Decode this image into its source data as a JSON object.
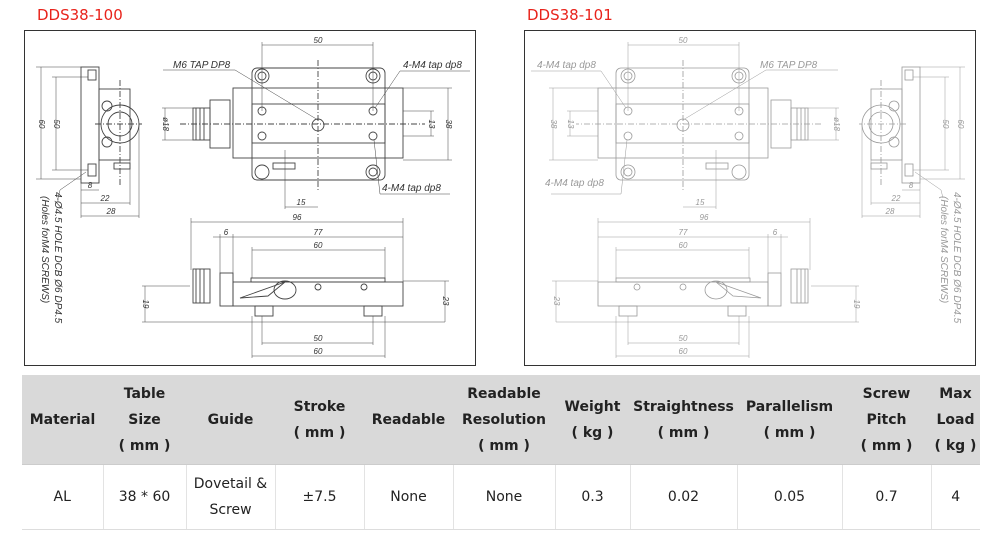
{
  "models": [
    {
      "title": "DDS38-100",
      "labels": {
        "m6": "M6 TAP DP8",
        "m4_top": "4-M4 tap dp8",
        "m4_bottom": "4-M4 tap dp8",
        "note1": "4-Ø4.5 HOLE DCB Ø6 DP4.5",
        "note2": "(Holes forM4 SCREWS)",
        "d60": "60",
        "d50": "50",
        "d8": "8",
        "d22": "22",
        "d28": "28",
        "top50": "50",
        "top15": "15",
        "top38": "38",
        "top13": "13",
        "phi18": "ø18",
        "f96": "96",
        "f6": "6",
        "f77": "77",
        "f60": "60",
        "f19": "19",
        "f23": "23",
        "f50b": "50",
        "f60b": "60"
      }
    },
    {
      "title": "DDS38-101",
      "labels": {
        "m6": "M6 TAP DP8",
        "m4_top": "4-M4 tap dp8",
        "m4_bottom": "4-M4 tap dp8",
        "note1": "4-Ø4.5 HOLE DCB Ø6 DP4.5",
        "note2": "(Holes forM4 SCREWS)",
        "d60": "60",
        "d50": "50",
        "d8": "8",
        "d22": "22",
        "d28": "28",
        "top50": "50",
        "top15": "15",
        "top38": "38",
        "top13": "13",
        "phi18": "ø18",
        "f96": "96",
        "f6": "6",
        "f77": "77",
        "f60": "60",
        "f19": "19",
        "f23": "23",
        "f50b": "50",
        "f60b": "60"
      }
    }
  ],
  "specs": {
    "headers": [
      [
        "Material"
      ],
      [
        "Table",
        "Size",
        "( mm )"
      ],
      [
        "Guide"
      ],
      [
        "Stroke",
        "( mm )"
      ],
      [
        "Readable"
      ],
      [
        "Readable",
        "Resolution",
        "( mm )"
      ],
      [
        "Weight",
        "( kg )"
      ],
      [
        "Straightness",
        "( mm )"
      ],
      [
        "Parallelism",
        "( mm )"
      ],
      [
        "Screw",
        "Pitch",
        "( mm )"
      ],
      [
        "Max",
        "Load",
        "( kg )"
      ]
    ],
    "row": [
      [
        "AL"
      ],
      [
        "38 * 60"
      ],
      [
        "Dovetail &",
        "Screw"
      ],
      [
        "±7.5"
      ],
      [
        "None"
      ],
      [
        "None"
      ],
      [
        "0.3"
      ],
      [
        "0.02"
      ],
      [
        "0.05"
      ],
      [
        "0.7"
      ],
      [
        "4"
      ]
    ]
  },
  "colors": {
    "title": "#e8231b",
    "header_bg": "#d9d9d9"
  }
}
